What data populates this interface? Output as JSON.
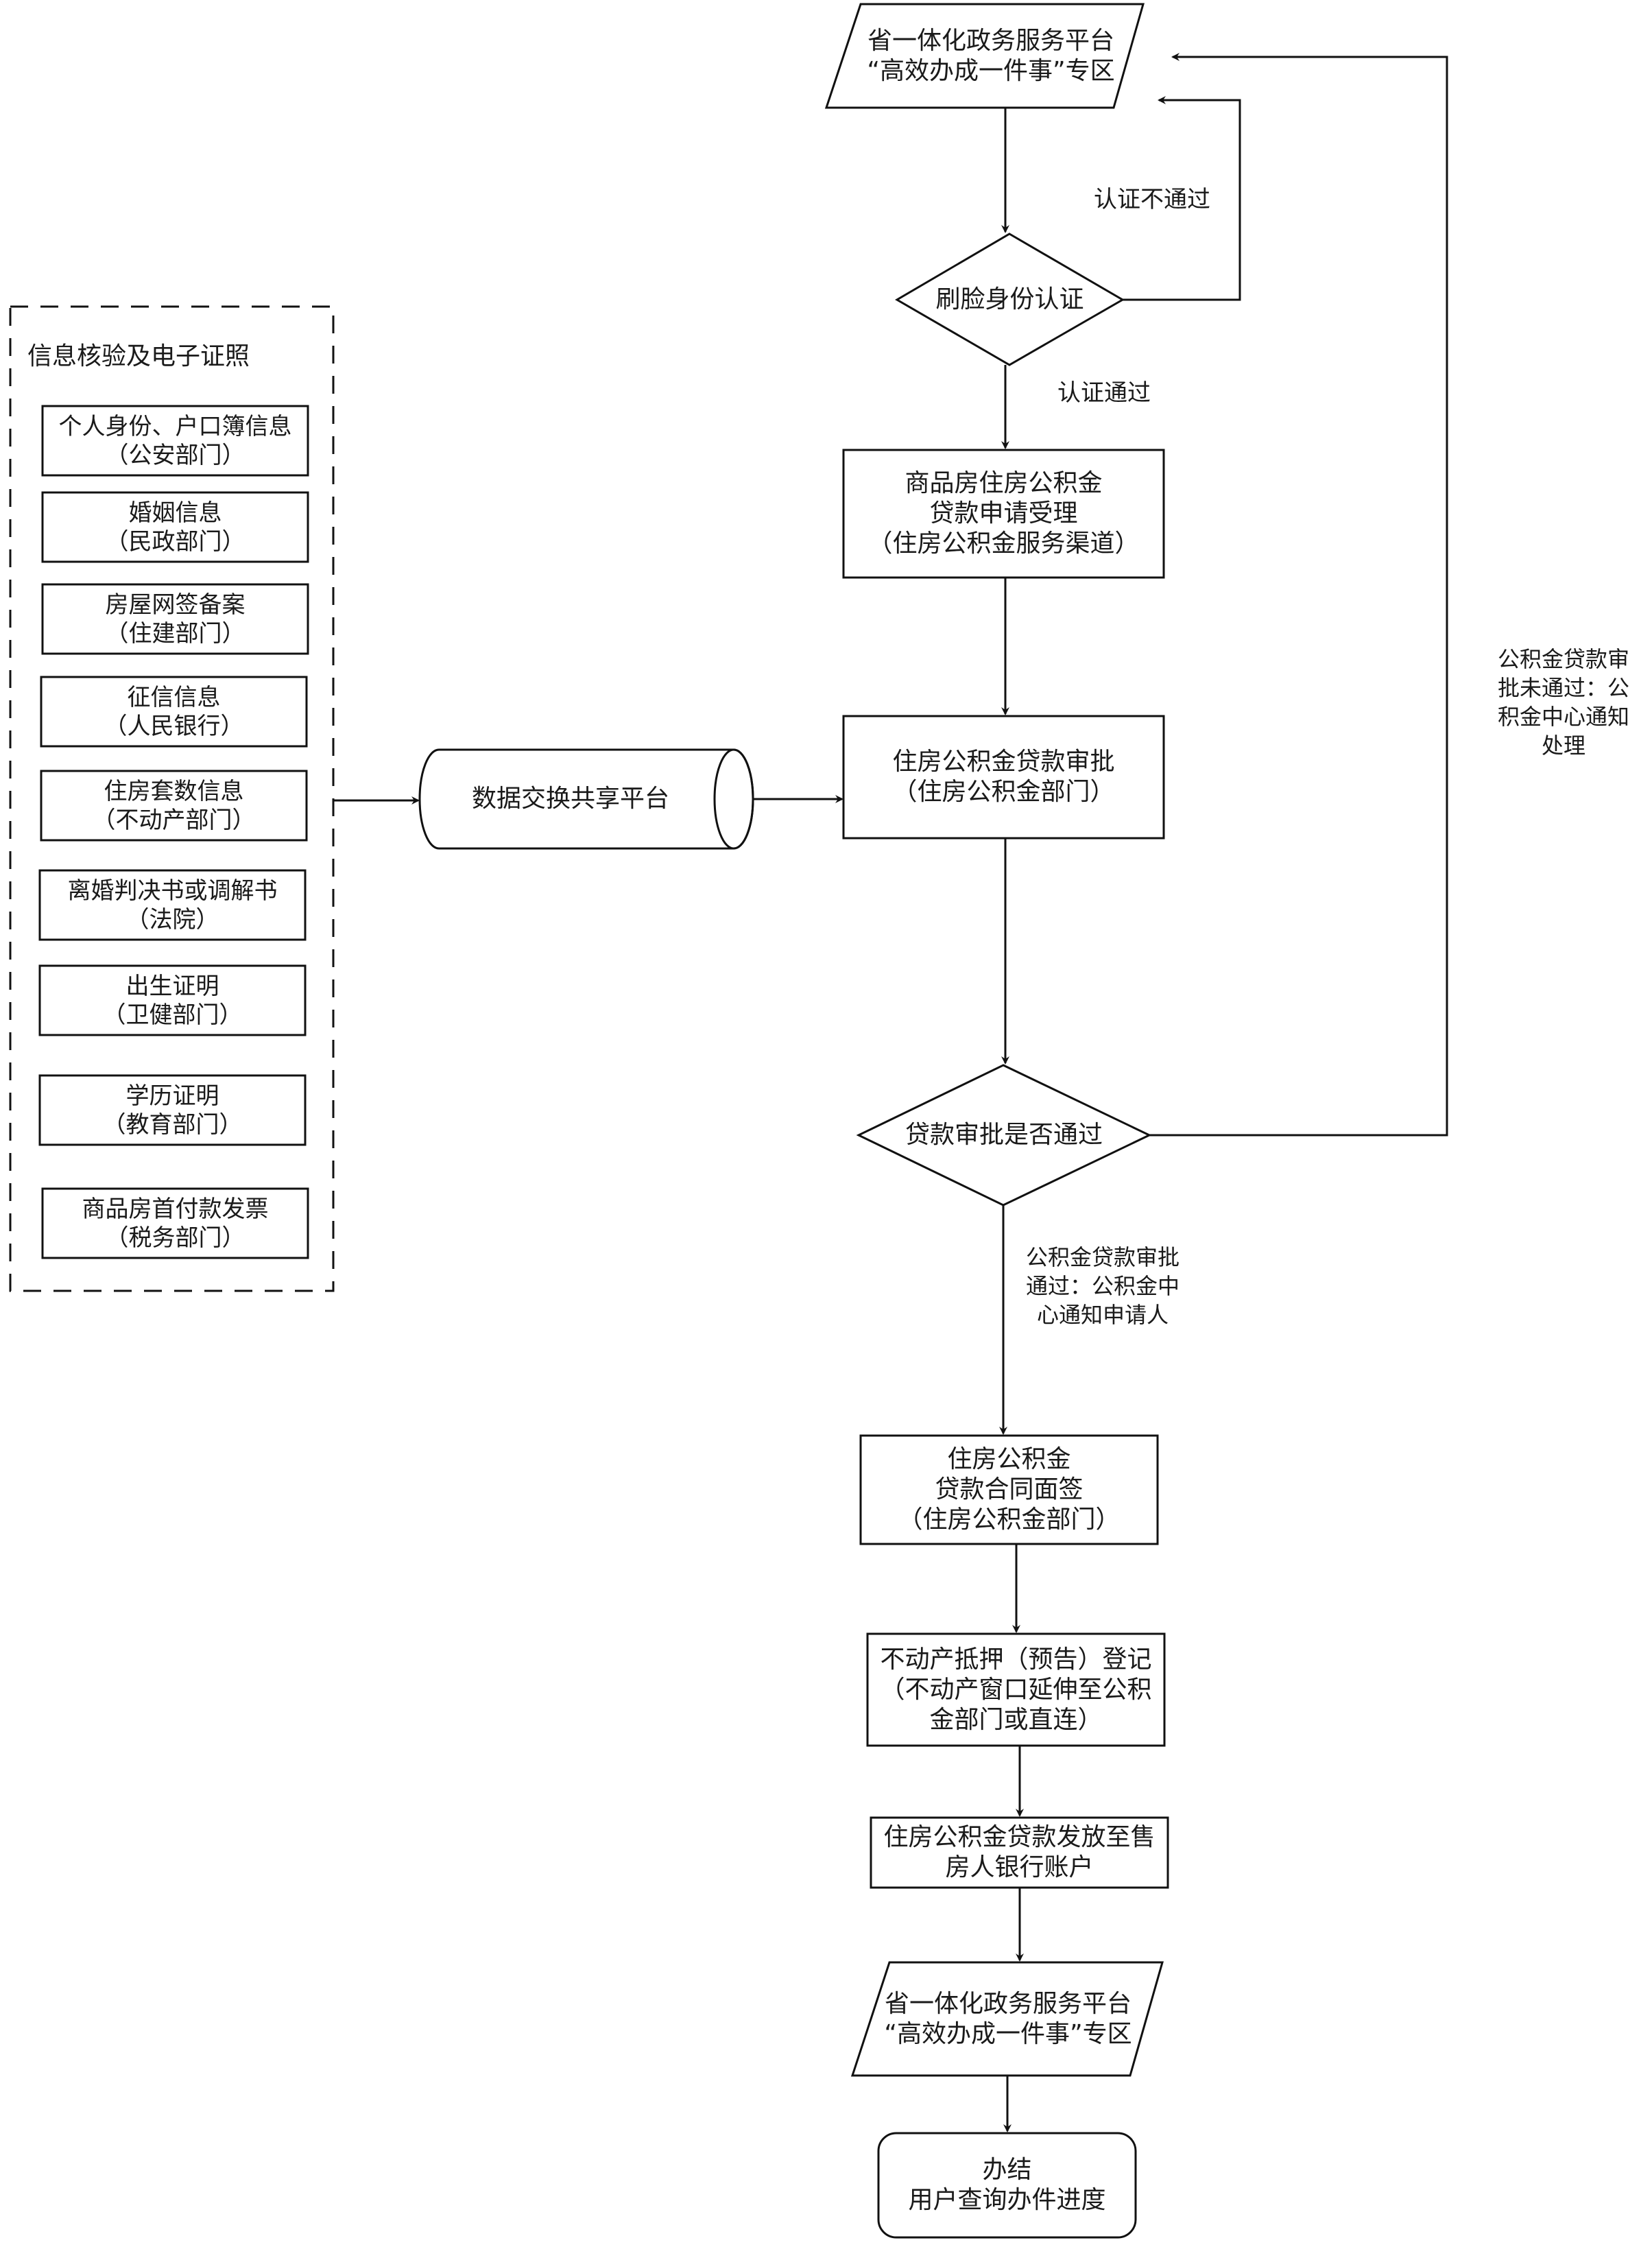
{
  "title": "商品房住房公积金贷款办理流程",
  "info_group": {
    "title": "信息核验及电子证照",
    "items": [
      {
        "line1": "个人身份、户口簿信息",
        "line2": "（公安部门）"
      },
      {
        "line1": "婚姻信息",
        "line2": "（民政部门）"
      },
      {
        "line1": "房屋网签备案",
        "line2": "（住建部门）"
      },
      {
        "line1": "征信信息",
        "line2": "（人民银行）"
      },
      {
        "line1": "住房套数信息",
        "line2": "（不动产部门）"
      },
      {
        "line1": "离婚判决书或调解书",
        "line2": "（法院）"
      },
      {
        "line1": "出生证明",
        "line2": "（卫健部门）"
      },
      {
        "line1": "学历证明",
        "line2": "（教育部门）"
      },
      {
        "line1": "商品房首付款发票",
        "line2": "（税务部门）"
      }
    ]
  },
  "exchange_platform": "数据交换共享平台",
  "flow": {
    "start": {
      "line1": "省一体化政务服务平台",
      "line2": "“高效办成一件事”专区"
    },
    "face_auth": "刷脸身份认证",
    "auth_fail": "认证不通过",
    "auth_pass": "认证通过",
    "accept": {
      "line1": "商品房住房公积金",
      "line2": "贷款申请受理",
      "line3": "（住房公积金服务渠道）"
    },
    "approval": {
      "line1": "住房公积金贷款审批",
      "line2": "（住房公积金部门）"
    },
    "approval_check": "贷款审批是否通过",
    "reject_note": {
      "line1": "公积金贷款审",
      "line2": "批未通过：公",
      "line3": "积金中心通知",
      "line4": "处理"
    },
    "pass_note": {
      "line1": "公积金贷款审批",
      "line2": "通过：公积金中",
      "line3": "心通知申请人"
    },
    "contract": {
      "line1": "住房公积金",
      "line2": "贷款合同面签",
      "line3": "（住房公积金部门）"
    },
    "mortgage": {
      "line1": "不动产抵押（预告）登记",
      "line2": "（不动产窗口延伸至公积",
      "line3": "金部门或直连）"
    },
    "release": {
      "line1": "住房公积金贷款发放至售",
      "line2": "房人银行账户"
    },
    "end_platform": {
      "line1": "省一体化政务服务平台",
      "line2": "“高效办成一件事”专区"
    },
    "finish": {
      "line1": "办结",
      "line2": "用户查询办件进度"
    }
  }
}
